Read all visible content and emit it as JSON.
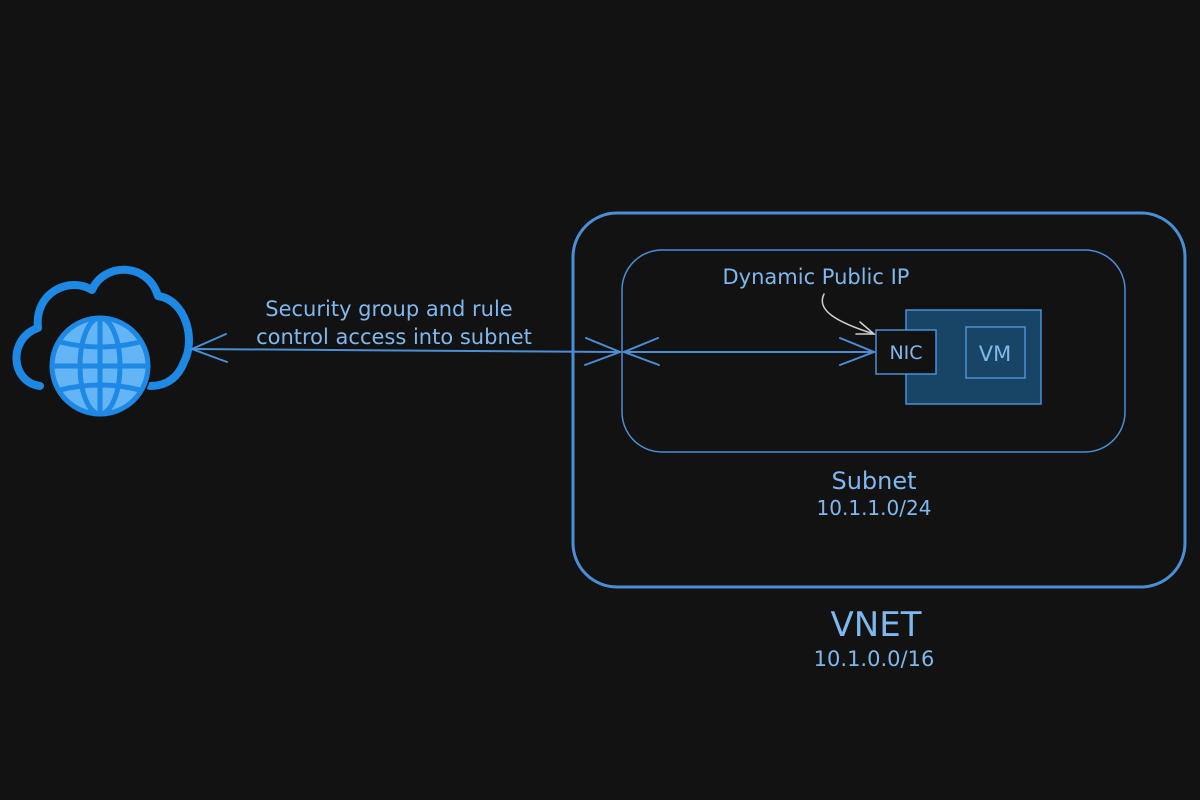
{
  "diagram": {
    "internet_icon": "cloud-globe-icon",
    "connection_label": {
      "line1": "Security group and rule",
      "line2": "control access into subnet"
    },
    "public_ip_label": "Dynamic Public IP",
    "nic_label": "NIC",
    "vm_label": "VM",
    "subnet": {
      "name": "Subnet",
      "cidr": "10.1.1.0/24"
    },
    "vnet": {
      "name": "VNET",
      "cidr": "10.1.0.0/16"
    }
  },
  "colors": {
    "background": "#121212",
    "outline_blue": "#4a8fd6",
    "text_blue": "#7fb8ee",
    "vm_fill": "#184466",
    "icon_blue": "#1e88e5",
    "icon_light": "#64b5f6"
  }
}
